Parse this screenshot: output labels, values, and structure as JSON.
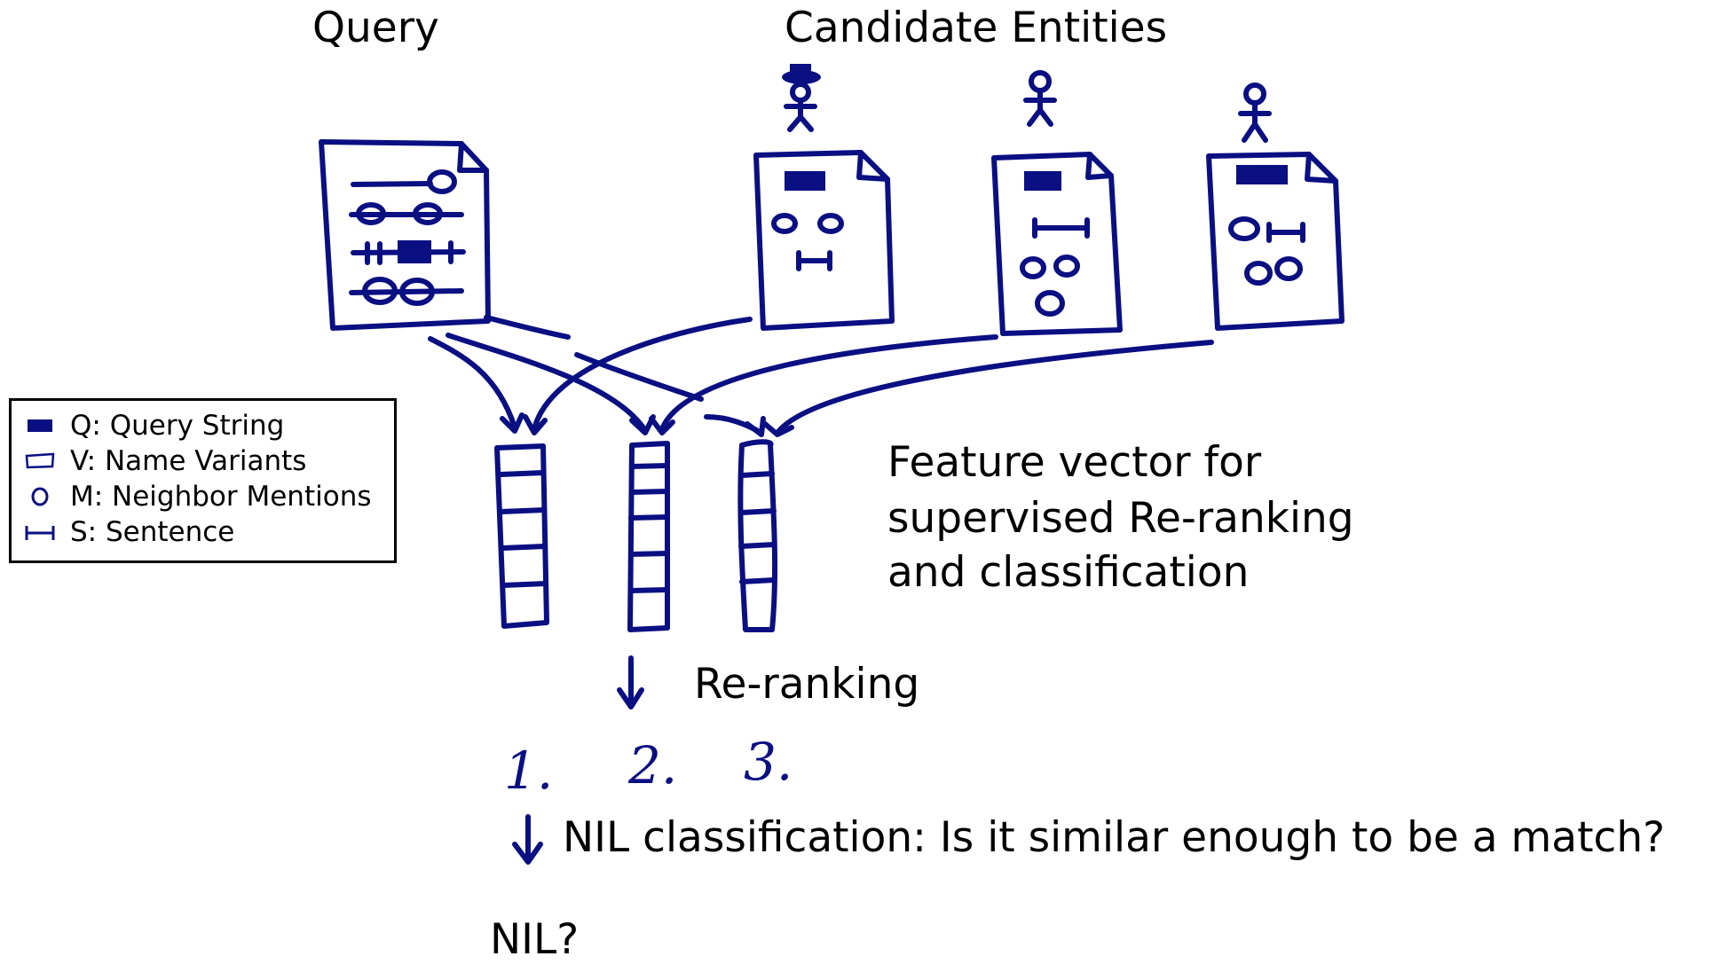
{
  "headings": {
    "query": "Query",
    "candidates": "Candidate Entities"
  },
  "legend": {
    "items": [
      {
        "symbol": "query-string-icon",
        "label": "Q: Query String"
      },
      {
        "symbol": "name-variant-icon",
        "label": "V: Name Variants"
      },
      {
        "symbol": "neighbor-mention-icon",
        "label": "M: Neighbor Mentions"
      },
      {
        "symbol": "sentence-icon",
        "label": "S: Sentence"
      }
    ]
  },
  "feature_text": {
    "line1": "Feature vector for",
    "line2": "supervised Re-ranking",
    "line3": "and classification"
  },
  "reranking": {
    "label": "Re-ranking",
    "ranks": [
      "1.",
      "2.",
      "3."
    ]
  },
  "nil": {
    "question": "NIL classification: Is it similar enough to be a match?",
    "result": "NIL?"
  },
  "colors": {
    "ink": "#0a0f82",
    "text": "#000000",
    "background": "#ffffff"
  }
}
